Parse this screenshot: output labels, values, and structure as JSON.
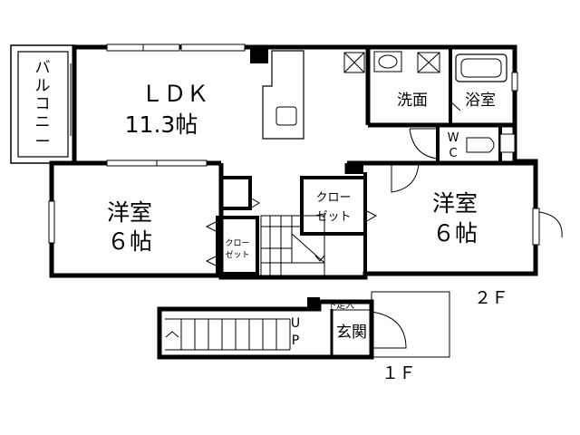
{
  "floor2": {
    "label": "２Ｆ",
    "rooms": {
      "ldk": {
        "name": "ＬＤＫ",
        "size": "11.3帖"
      },
      "balcony": {
        "chars": [
          "バ",
          "ル",
          "コ",
          "ニ",
          "ー"
        ]
      },
      "washroom": {
        "name": "洗面"
      },
      "bathroom": {
        "name": "浴室"
      },
      "wc": {
        "l1": "W",
        "l2": "C"
      },
      "western_left": {
        "name": "洋室",
        "size": "６帖"
      },
      "western_right": {
        "name": "洋室",
        "size": "６帖"
      },
      "closet_mid": {
        "l1": "クロー",
        "l2": "ゼット"
      },
      "closet_small": {
        "l1": "クロー",
        "l2": "ゼット"
      }
    }
  },
  "floor1": {
    "label": "１Ｆ",
    "up": {
      "l1": "U",
      "l2": "P"
    },
    "entrance": "玄関",
    "shoe_storage": "下足入"
  }
}
